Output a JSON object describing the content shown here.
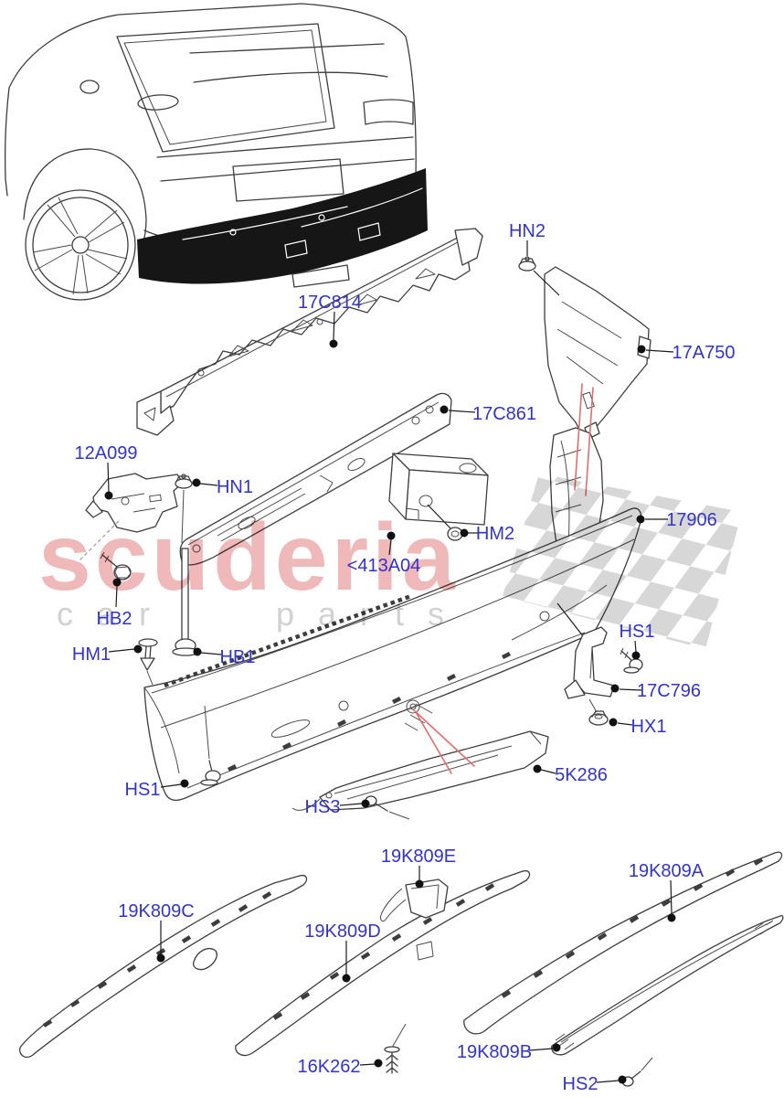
{
  "watermark": {
    "brand": "scuderia",
    "tagline_word1": "car",
    "tagline_word2": "parts"
  },
  "colors": {
    "label_blue": "#3333cc",
    "leader_black": "#1c1c1c",
    "leader_red": "#e66b6b",
    "watermark_pink": "#efb5b5",
    "watermark_gray": "#cfcfcf",
    "checker_gray": "#c9c9c9",
    "line_art": "#3d3d3d",
    "bumper_black_fill": "#161616"
  },
  "callouts": [
    {
      "label": "17C814"
    },
    {
      "label": "HN2"
    },
    {
      "label": "17A750"
    },
    {
      "label": "17C861"
    },
    {
      "label": "12A099"
    },
    {
      "label": "HN1"
    },
    {
      "label": "HB2"
    },
    {
      "label": "HM1"
    },
    {
      "label": "HB1"
    },
    {
      "label": "<413A04"
    },
    {
      "label": "HM2"
    },
    {
      "label": "17906"
    },
    {
      "label": "HS1"
    },
    {
      "label": "17C796"
    },
    {
      "label": "HX1"
    },
    {
      "label": "HS1"
    },
    {
      "label": "5K286"
    },
    {
      "label": "HS3"
    },
    {
      "label": "19K809C"
    },
    {
      "label": "19K809D"
    },
    {
      "label": "19K809E"
    },
    {
      "label": "16K262"
    },
    {
      "label": "19K809A"
    },
    {
      "label": "19K809B"
    },
    {
      "label": "HS2"
    }
  ]
}
